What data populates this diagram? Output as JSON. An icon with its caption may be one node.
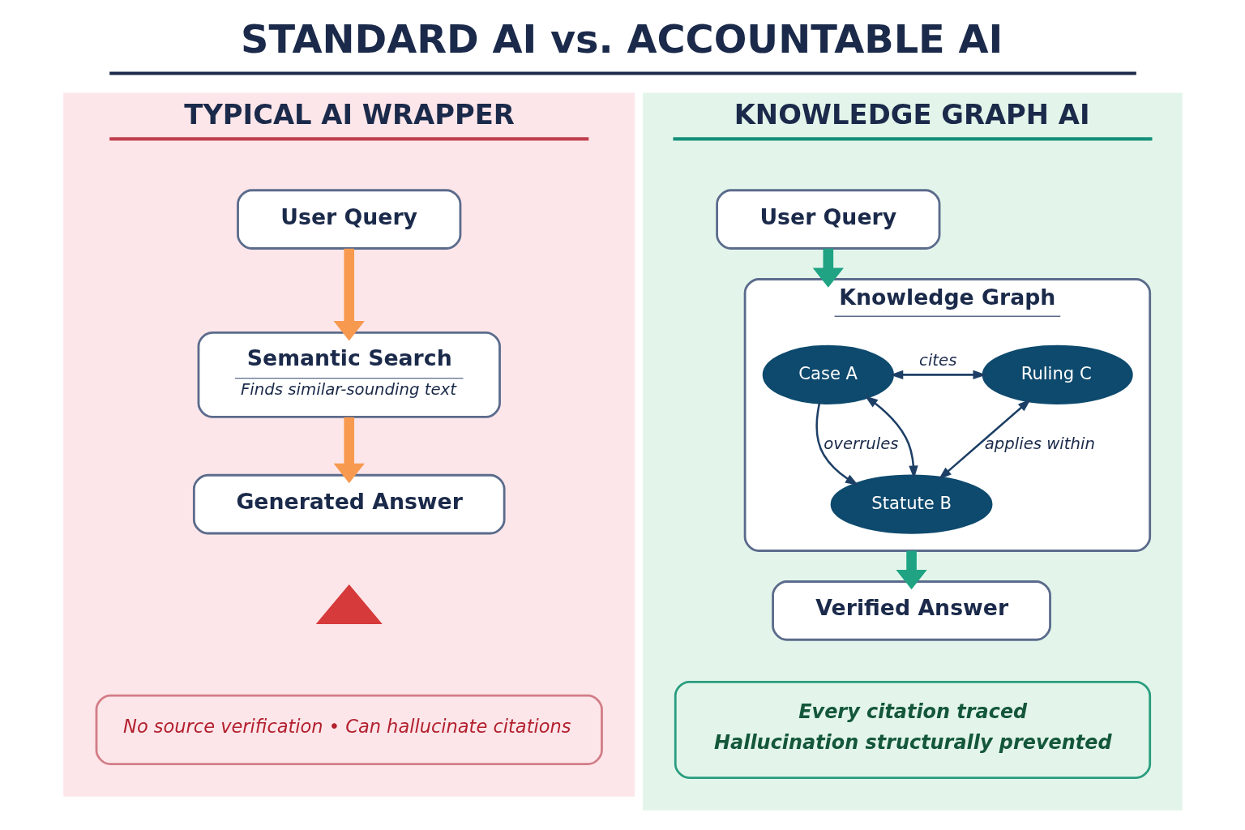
{
  "diagram": {
    "title": "STANDARD AI vs. ACCOUNTABLE AI",
    "nodes": [
      {
        "text": [
          "TYPICAL AI WRAPPER"
        ]
      },
      {
        "text": [
          "User Query"
        ],
        "in": 0
      },
      {
        "text": [
          "Semantic Search",
          "Finds similar-sounding text"
        ],
        "in": 0
      },
      {
        "text": [
          "Generated Answer"
        ],
        "in": 0
      },
      {
        "text": [],
        "shape": "triangle",
        "in": 0
      },
      {
        "text": [
          "No source verification • Can hallucinate citations"
        ],
        "in": 0
      },
      {
        "text": [
          "KNOWLEDGE GRAPH AI"
        ]
      },
      {
        "text": [
          "User Query"
        ],
        "in": 6
      },
      {
        "text": [
          "Knowledge Graph"
        ],
        "in": 6
      },
      {
        "text": [
          "Case A"
        ],
        "in": 8
      },
      {
        "text": [
          "Ruling C"
        ],
        "in": 8
      },
      {
        "text": [
          "Statute B"
        ],
        "in": 8
      },
      {
        "text": [
          "Verified Answer"
        ],
        "in": 6
      },
      {
        "text": [
          "Every citation traced",
          "Hallucination structurally prevented"
        ],
        "in": 6
      }
    ],
    "edges": [
      {
        "from": 1,
        "to": 2,
        "arrow": "to",
        "style": "thick",
        "color": "#f79a4f"
      },
      {
        "from": 2,
        "to": 3,
        "arrow": "to",
        "style": "thick",
        "color": "#f79a4f"
      },
      {
        "from": 7,
        "to": 8,
        "arrow": "to",
        "style": "thick",
        "color": "#1fa383"
      },
      {
        "from": 9,
        "to": 10,
        "arrow": "both",
        "label": "cites"
      },
      {
        "from": 9,
        "to": 11,
        "arrow": "to",
        "label": "overrules"
      },
      {
        "from": 9,
        "to": 11,
        "arrow": "both"
      },
      {
        "from": 10,
        "to": 11,
        "arrow": "both",
        "label": "applies within"
      },
      {
        "from": 8,
        "to": 12,
        "arrow": "to",
        "style": "thick",
        "color": "#1fa383"
      }
    ]
  }
}
